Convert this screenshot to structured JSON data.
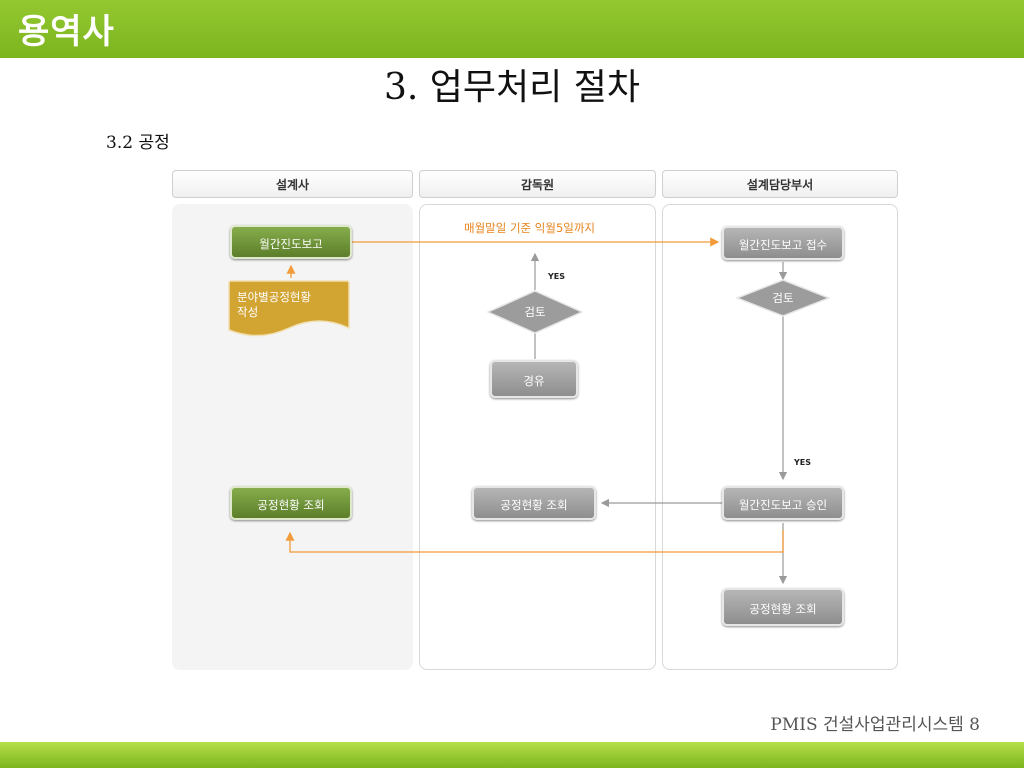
{
  "header": {
    "brand": "용역사"
  },
  "page": {
    "title": "3. 업무처리 절차",
    "section": "3.2 공정"
  },
  "lanes": [
    {
      "label": "설계사"
    },
    {
      "label": "감독원"
    },
    {
      "label": "설계담당부서"
    }
  ],
  "nodes": {
    "monthly_report": "월간진도보고",
    "field_status_doc_line1": "분야별공정현황",
    "field_status_doc_line2": "작성",
    "review_supervisor": "검토",
    "via": "경유",
    "receive_report": "월간진도보고 접수",
    "review_dept": "검토",
    "approve_report": "월간진도보고 승인",
    "status_query_designer": "공정현황 조회",
    "status_query_supervisor": "공정현황 조회",
    "status_query_dept": "공정현황 조회"
  },
  "annotations": {
    "deadline": "매월말일 기준 익월5일까지",
    "yes_1": "YES",
    "yes_2": "YES"
  },
  "footer": {
    "text": "PMIS 건설사업관리시스템",
    "page_number": "8"
  },
  "colors": {
    "header_green": "#7cb51f",
    "node_green": "#5c7e2a",
    "node_gray": "#8e8e8e",
    "doc_gold": "#d2a432",
    "arrow_orange": "#f29b3a"
  }
}
